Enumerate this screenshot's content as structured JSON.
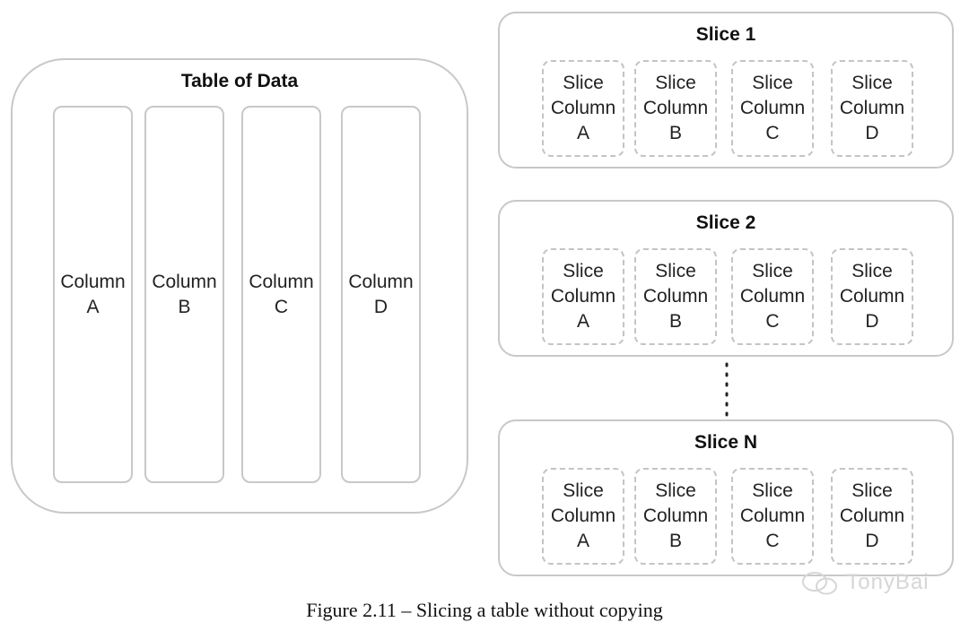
{
  "table": {
    "title": "Table of Data",
    "columns": [
      {
        "line1": "Column",
        "line2": "A"
      },
      {
        "line1": "Column",
        "line2": "B"
      },
      {
        "line1": "Column",
        "line2": "C"
      },
      {
        "line1": "Column",
        "line2": "D"
      }
    ]
  },
  "slices": [
    {
      "title": "Slice 1",
      "columns": [
        {
          "line1": "Slice",
          "line2": "Column",
          "line3": "A"
        },
        {
          "line1": "Slice",
          "line2": "Column",
          "line3": "B"
        },
        {
          "line1": "Slice",
          "line2": "Column",
          "line3": "C"
        },
        {
          "line1": "Slice",
          "line2": "Column",
          "line3": "D"
        }
      ]
    },
    {
      "title": "Slice 2",
      "columns": [
        {
          "line1": "Slice",
          "line2": "Column",
          "line3": "A"
        },
        {
          "line1": "Slice",
          "line2": "Column",
          "line3": "B"
        },
        {
          "line1": "Slice",
          "line2": "Column",
          "line3": "C"
        },
        {
          "line1": "Slice",
          "line2": "Column",
          "line3": "D"
        }
      ]
    },
    {
      "title": "Slice N",
      "columns": [
        {
          "line1": "Slice",
          "line2": "Column",
          "line3": "A"
        },
        {
          "line1": "Slice",
          "line2": "Column",
          "line3": "B"
        },
        {
          "line1": "Slice",
          "line2": "Column",
          "line3": "C"
        },
        {
          "line1": "Slice",
          "line2": "Column",
          "line3": "D"
        }
      ]
    }
  ],
  "caption": "Figure 2.11 – Slicing a table without copying",
  "watermark": "TonyBai"
}
